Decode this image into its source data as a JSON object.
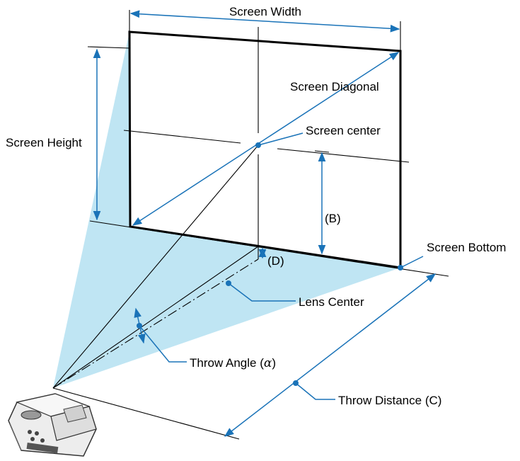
{
  "labels": {
    "screen_width": "Screen Width",
    "screen_height": "Screen Height",
    "screen_diagonal": "Screen Diagonal",
    "screen_center": "Screen center",
    "b": "(B)",
    "screen_bottom": "Screen Bottom",
    "d": "(D)",
    "lens_center": "Lens Center",
    "throw_angle": "Throw Angle (",
    "alpha": "α",
    "throw_angle_close": ")",
    "throw_distance": "Throw Distance (C)"
  },
  "colors": {
    "projection_fill": "#bfe5f3",
    "callout_blue": "#1a73b8",
    "line": "#000000"
  },
  "icons": {
    "projector": "projector-icon"
  }
}
